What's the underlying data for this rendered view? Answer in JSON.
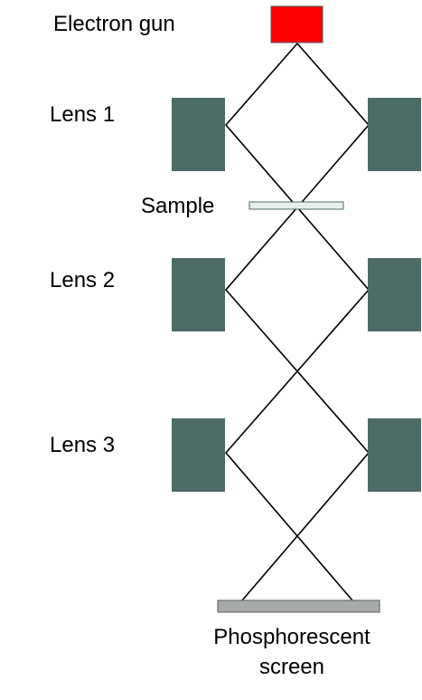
{
  "labels": {
    "electron_gun": "Electron gun",
    "lens1": "Lens 1",
    "sample": "Sample",
    "lens2": "Lens 2",
    "lens3": "Lens 3",
    "screen_line1": "Phosphorescent",
    "screen_line2": "screen"
  },
  "colors": {
    "electron_gun": "#ff0000",
    "lens": "#4d6b67",
    "sample": "#e8efec",
    "screen": "#a8aaa8",
    "ray": "#000000"
  }
}
